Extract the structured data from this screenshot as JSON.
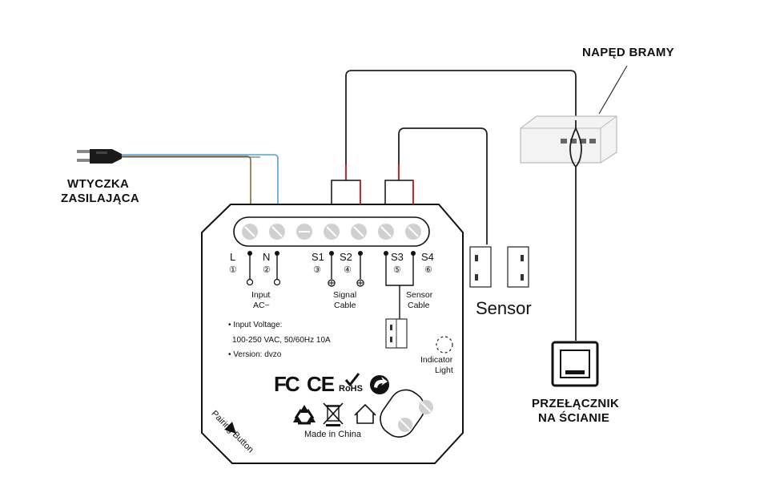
{
  "labels": {
    "plug": [
      "WTYCZKA",
      "ZASILAJĄCA"
    ],
    "gate_drive": "NAPĘD BRAMY",
    "wall_switch": [
      "PRZEŁĄCZNIK",
      "NA ŚCIANIE"
    ],
    "sensor": "Sensor"
  },
  "device": {
    "terminals": [
      {
        "name": "L",
        "num": "①"
      },
      {
        "name": "N",
        "num": "②"
      },
      {
        "name": "S1",
        "num": "③"
      },
      {
        "name": "S2",
        "num": "④"
      },
      {
        "name": "S3",
        "num": "⑤"
      },
      {
        "name": "S4",
        "num": "⑥"
      }
    ],
    "input_label": [
      "Input",
      "AC~"
    ],
    "signal_label": [
      "Signal",
      "Cable"
    ],
    "sensor_label": [
      "Sensor",
      "Cable"
    ],
    "specs": [
      "• Input Voltage:",
      "100-250 VAC, 50/60Hz 10A",
      "• Version: dvzo"
    ],
    "indicator_label": [
      "Indicator",
      "Light"
    ],
    "cert": {
      "fc": "FC",
      "ce": "CE",
      "rohs": "RoHS"
    },
    "made_in": "Made in China",
    "pairing_button": "Pairing Button"
  },
  "colors": {
    "outline": "#111111",
    "wire_red": "#d42020",
    "wire_blue": "#4aa3d8",
    "wire_brown": "#8a6a3a",
    "screw": "#cfcfcf"
  }
}
